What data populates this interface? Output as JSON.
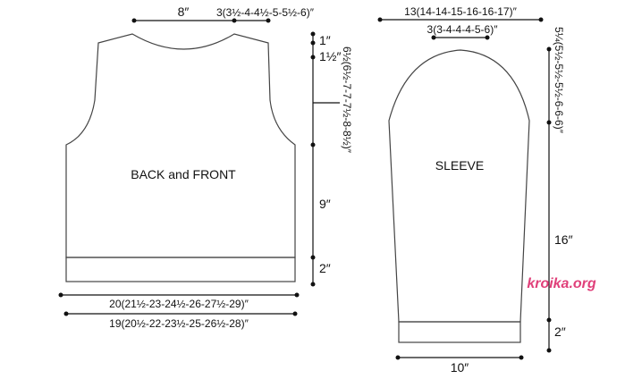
{
  "back_front": {
    "title": "BACK and FRONT",
    "neck_width": "8″",
    "shoulder_width": "3(3½-4-4½-5-5½-6)″",
    "neck_depth": "1″",
    "shoulder_drop": "1½″",
    "armhole_depth": "6½(6½-7-7-7½-8-8½)″",
    "side_length": "9″",
    "rib_height": "2″",
    "width_top": "20(21½-23-24½-26-27½-29)″",
    "width_bottom": "19(20½-22-23½-25-26½-28)″"
  },
  "sleeve": {
    "title": "SLEEVE",
    "upper_width": "13(14-14-15-16-16-17)″",
    "cap_top_width": "3(3-4-4-4-5-6)″",
    "cap_height": "5¼(5½-5½-5½-6-6-6)″",
    "length": "16″",
    "cuff_height": "2″",
    "cuff_width": "10″"
  },
  "watermark": "kroika.org"
}
